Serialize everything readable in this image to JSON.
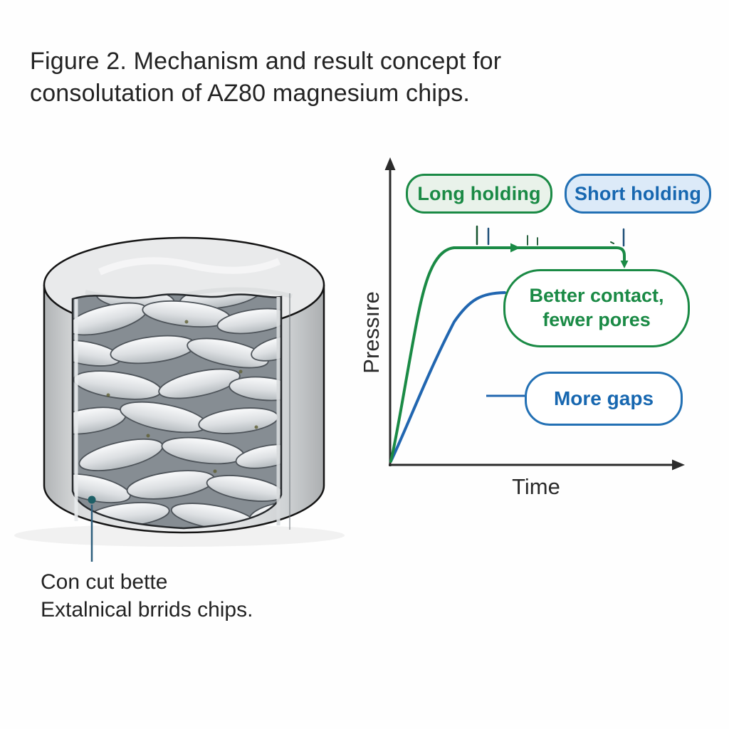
{
  "figure": {
    "title": "Figure 2. Mechanism and result concept for\nconsolutation of AZ80 magnesium chips."
  },
  "illustration": {
    "name": "cut-away cylinder packed with AZ80 magnesium chips",
    "caption": "Con cut bette\nExtalnical brrids chips."
  },
  "chart": {
    "y_axis_label": "Pressıre",
    "x_axis_label": "Time",
    "legend": [
      {
        "label": "Long holding",
        "text_color": "#1a8a45",
        "border_color": "#1a8a45",
        "fill_color": "#e9f2ea"
      },
      {
        "label": "Short holding",
        "text_color": "#1767b0",
        "border_color": "#2270b4",
        "fill_color": "#dceaf8"
      }
    ],
    "annotations": [
      {
        "label": "Better contact,\nfewer pores",
        "color": "#1a8a45"
      },
      {
        "label": "More gaps",
        "color": "#1767b0"
      }
    ],
    "colors": {
      "long_holding_curve": "#1a8a45",
      "short_holding_curve": "#2166b0",
      "axis": "#2b2b2b"
    }
  },
  "chart_data": {
    "type": "line",
    "title": "",
    "xlabel": "Time",
    "ylabel": "Pressıre",
    "x_units": "arbitrary (conceptual)",
    "y_units": "arbitrary (conceptual)",
    "axis_ranges": {
      "x": [
        0,
        10
      ],
      "y": [
        0,
        100
      ]
    },
    "grid": false,
    "legend_position": "top",
    "series": [
      {
        "name": "Long holding",
        "color": "#1a8a45",
        "x": [
          0,
          0.5,
          1.0,
          1.5,
          2.0,
          8.0,
          8.0
        ],
        "values": [
          0,
          12,
          55,
          92,
          100,
          100,
          90
        ],
        "note": "fast rise, long plateau at max pressure, release at end pointing to 'Better contact, fewer pores'"
      },
      {
        "name": "Short holding",
        "color": "#2166b0",
        "x": [
          0,
          1.0,
          2.0,
          3.0,
          3.8,
          4.2
        ],
        "values": [
          0,
          10,
          35,
          68,
          79,
          80
        ],
        "note": "slower rise to lower plateau, associated with 'More gaps'"
      }
    ],
    "annotations": [
      {
        "text": "Better contact,\nfewer pores",
        "attached_to": "Long holding plateau end"
      },
      {
        "text": "More gaps",
        "attached_to": "Short holding plateau"
      }
    ]
  }
}
